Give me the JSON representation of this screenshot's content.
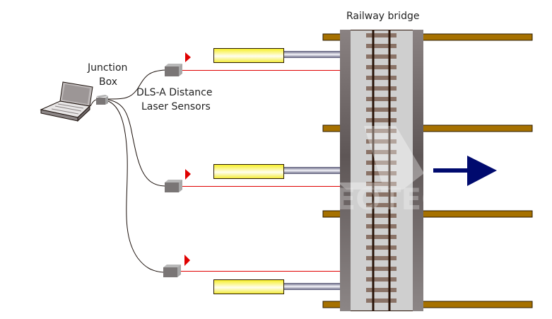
{
  "diagram": {
    "title": "Railway bridge",
    "labels": {
      "junction_box_line1": "Junction",
      "junction_box_line2": "Box",
      "sensors_line1": "DLS-A Distance",
      "sensors_line2": "Laser Sensors"
    },
    "watermark": "GEOTECH",
    "components": {
      "computer": "laptop",
      "junction_box_count": 1,
      "laser_sensor_count": 3,
      "target_cylinder_count": 3,
      "pier_beam_count": 4,
      "movement_direction": "right"
    },
    "colors": {
      "laser": "#e00000",
      "beam": "#a67100",
      "cylinder": "#fff64a",
      "arrow": "#000a6e",
      "bridge_deck": "#cfcfcf",
      "bridge_edge": "#7a7272",
      "tie": "#8a7367",
      "rail": "#2a1408"
    }
  }
}
